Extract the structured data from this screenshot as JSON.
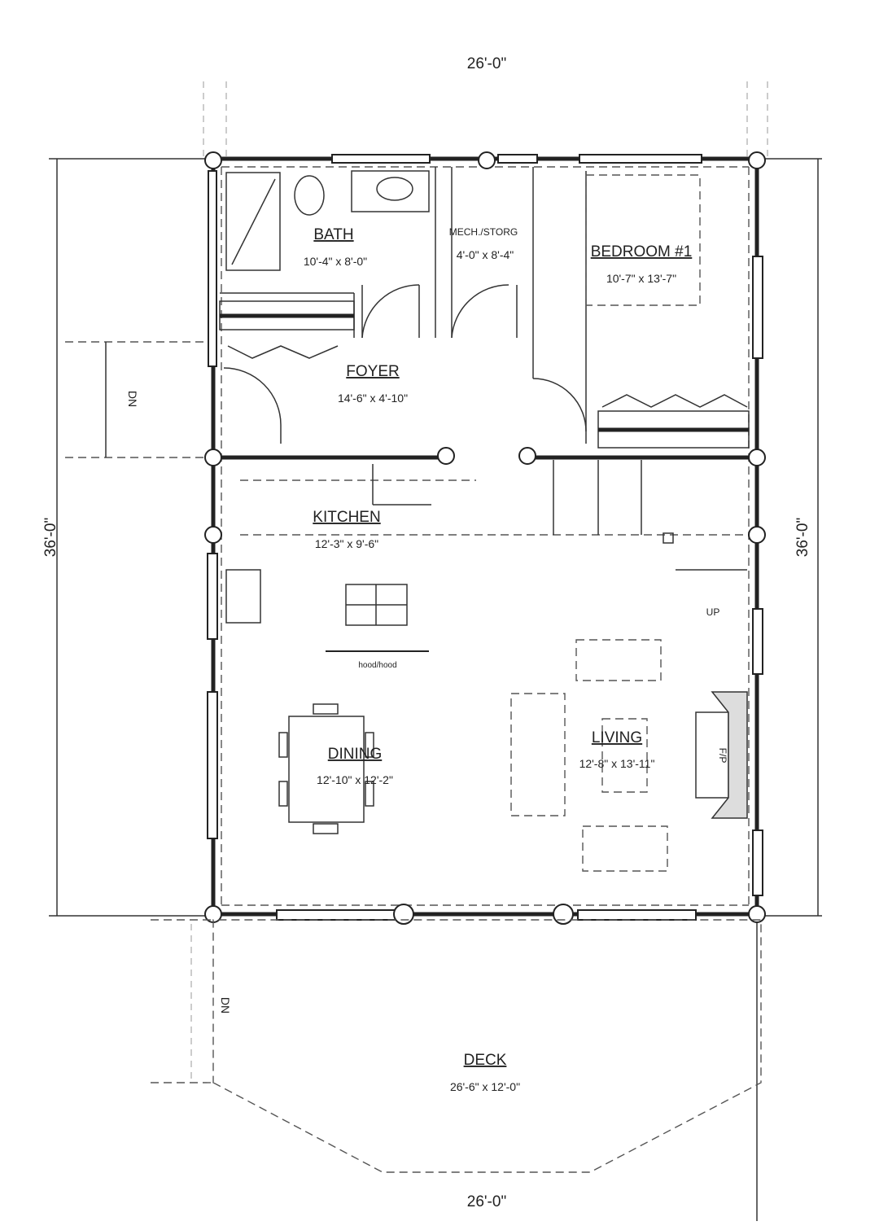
{
  "dimensions": {
    "top": "26'-0\"",
    "bottom": "26'-0\"",
    "left": "36'-0\"",
    "right": "36'-0\""
  },
  "rooms": [
    {
      "name": "BATH",
      "size": "10'-4\" x 8'-0\""
    },
    {
      "name": "MECH./STORG",
      "size": "4'-0\" x 8'-4\""
    },
    {
      "name": "BEDROOM #1",
      "size": "10'-7\" x 13'-7\""
    },
    {
      "name": "FOYER",
      "size": "14'-6\" x 4'-10\""
    },
    {
      "name": "KITCHEN",
      "size": "12'-3\" x 9'-6\""
    },
    {
      "name": "DINING",
      "size": "12'-10\" x 12'-2\""
    },
    {
      "name": "LIVING",
      "size": "12'-8\" x 13'-11\""
    },
    {
      "name": "DECK",
      "size": "26'-6\" x 12'-0\""
    }
  ],
  "labels": {
    "up": "UP",
    "dn1": "DN",
    "dn2": "DN",
    "fireplace": "F/P",
    "hood": "hood/hood"
  }
}
